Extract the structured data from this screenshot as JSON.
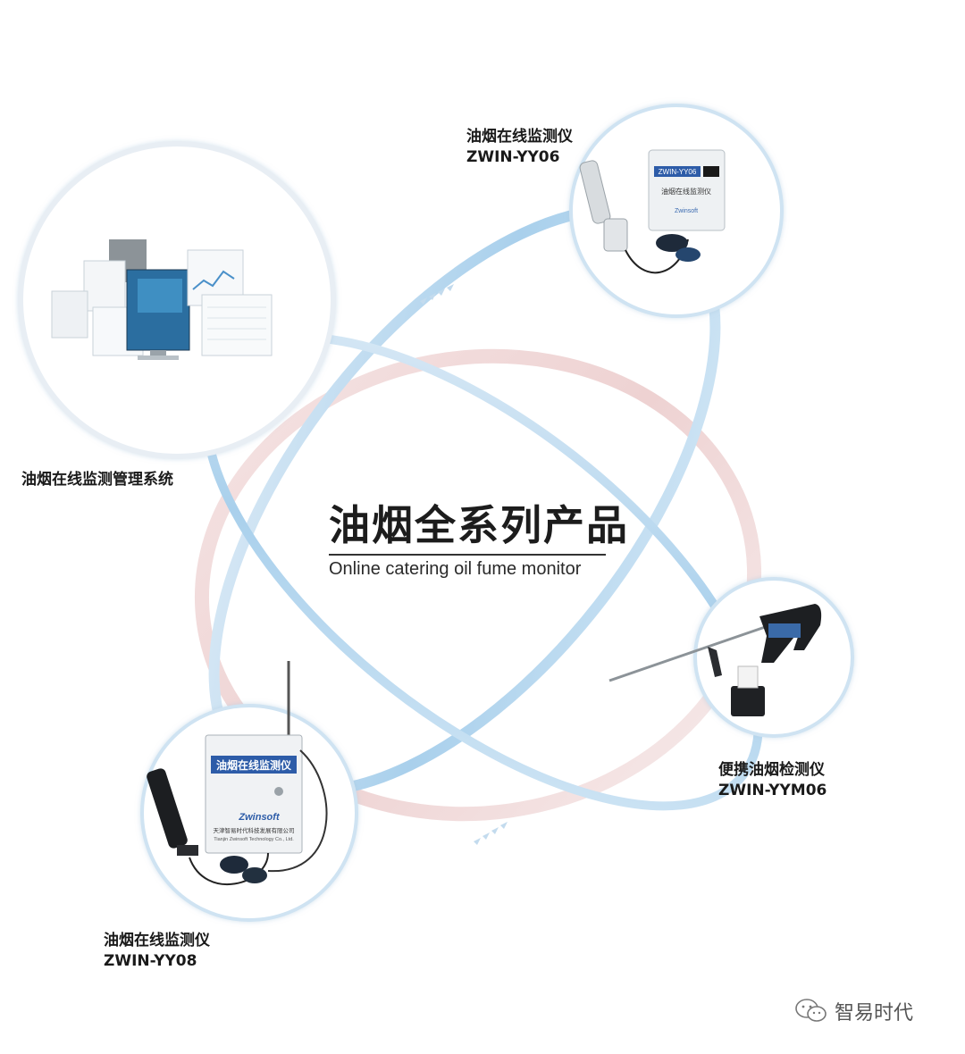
{
  "center": {
    "title": "油烟全系列产品",
    "subtitle": "Online catering oil fume monitor"
  },
  "products": [
    {
      "name": "油烟在线监测仪",
      "model": "ZWIN-YY06"
    },
    {
      "name": "油烟在线监测管理系统"
    },
    {
      "name": "便携油烟检测仪",
      "model": "ZWIN-YYM06"
    },
    {
      "name": "油烟在线监测仪",
      "model": "ZWIN-YY08"
    }
  ],
  "devices": {
    "yy06_panel": {
      "line1": "ZWIN-YY06",
      "line2": "油烟在线监测仪",
      "brand": "Zwinsoft"
    },
    "yy08_panel": {
      "title": "油烟在线监测仪",
      "brand": "Zwinsoft",
      "company": "天津智易时代科技发展有限公司",
      "company_en": "Tianjin Zwinsoft Technology Co., Ltd."
    }
  },
  "watermark": {
    "text": "智易时代",
    "icon": "wechat-icon"
  },
  "colors": {
    "blue_ring": "#b9d8ee",
    "pink_ring": "#f1d6d6",
    "circle_border": "#cfe3f2",
    "text": "#1a1a1a"
  }
}
